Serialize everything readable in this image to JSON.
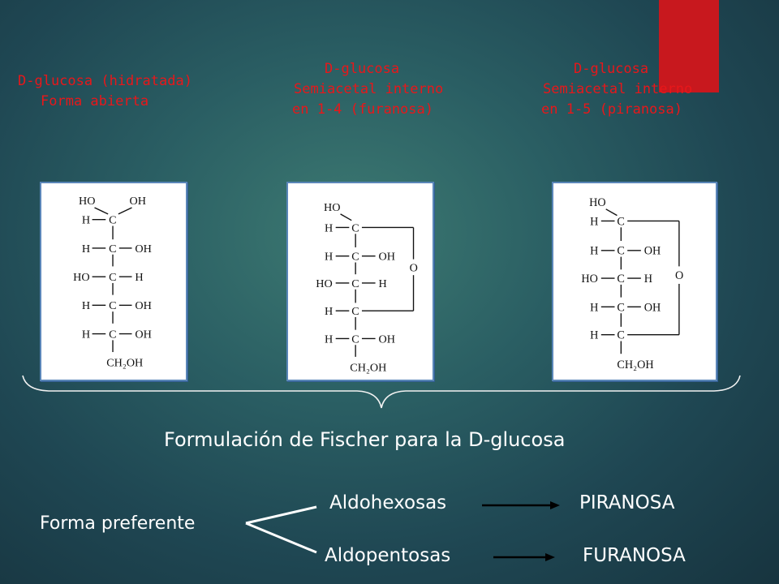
{
  "slide": {
    "accent_color": "#c8181e",
    "caption_color": "#e8171a",
    "structures": [
      {
        "caption_lines": [
          "D-glucosa (hidratada)",
          "Forma abierta"
        ],
        "formula": {
          "c1_top": [
            "HO",
            "OH"
          ],
          "rows": [
            [
              "H",
              "C",
              ""
            ],
            [
              "H",
              "C",
              "OH"
            ],
            [
              "HO",
              "C",
              "H"
            ],
            [
              "H",
              "C",
              "OH"
            ],
            [
              "H",
              "C",
              "OH"
            ]
          ],
          "bottom": "CH₂OH"
        }
      },
      {
        "caption_lines": [
          "D-glucosa",
          "Semiacetal interno",
          "en 1-4 (furanosa)"
        ],
        "formula": {
          "c1_top": [
            "HO"
          ],
          "rows": [
            [
              "H",
              "C",
              ""
            ],
            [
              "H",
              "C",
              "OH"
            ],
            [
              "HO",
              "C",
              "H"
            ],
            [
              "H",
              "C",
              ""
            ],
            [
              "H",
              "C",
              "OH"
            ]
          ],
          "ring_oxygen": "O",
          "bottom": "CH₂OH"
        }
      },
      {
        "caption_lines": [
          "D-glucosa",
          "Semiacetal interno",
          "en 1-5 (piranosa)"
        ],
        "formula": {
          "c1_top": [
            "HO"
          ],
          "rows": [
            [
              "H",
              "C",
              ""
            ],
            [
              "H",
              "C",
              "OH"
            ],
            [
              "HO",
              "C",
              "H"
            ],
            [
              "H",
              "C",
              "OH"
            ],
            [
              "H",
              "C",
              ""
            ]
          ],
          "ring_oxygen": "O",
          "bottom": "CH₂OH"
        }
      }
    ],
    "fischer_title": "Formulación de Fischer para la D-glucosa",
    "preferred": {
      "label": "Forma preferente",
      "branches": [
        {
          "source": "Aldohexosas",
          "target": "PIRANOSA"
        },
        {
          "source": "Aldopentosas",
          "target": "FURANOSA"
        }
      ]
    }
  }
}
